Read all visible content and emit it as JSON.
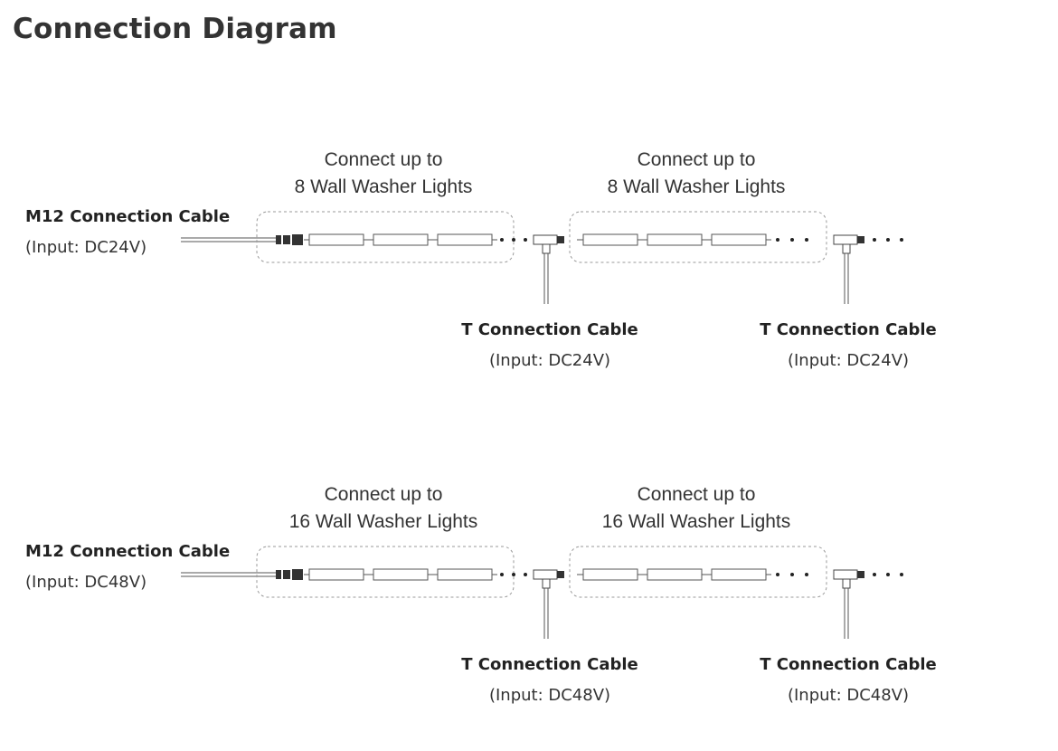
{
  "page": {
    "title": "Connection Diagram"
  },
  "diagrams": [
    {
      "m12_cable": {
        "title": "M12 Connection Cable",
        "input": "(Input: DC24V)"
      },
      "groups": [
        {
          "caption_line1": "Connect up to",
          "caption_line2": "8 Wall Washer Lights"
        },
        {
          "caption_line1": "Connect up to",
          "caption_line2": "8 Wall Washer Lights"
        }
      ],
      "t_cables": [
        {
          "title": "T Connection Cable",
          "input": "(Input: DC24V)"
        },
        {
          "title": "T Connection Cable",
          "input": "(Input: DC24V)"
        }
      ]
    },
    {
      "m12_cable": {
        "title": "M12 Connection Cable",
        "input": "(Input: DC48V)"
      },
      "groups": [
        {
          "caption_line1": "Connect up to",
          "caption_line2": "16 Wall Washer Lights"
        },
        {
          "caption_line1": "Connect up to",
          "caption_line2": "16 Wall Washer Lights"
        }
      ],
      "t_cables": [
        {
          "title": "T Connection Cable",
          "input": "(Input: DC48V)"
        },
        {
          "title": "T Connection Cable",
          "input": "(Input: DC48V)"
        }
      ]
    }
  ]
}
